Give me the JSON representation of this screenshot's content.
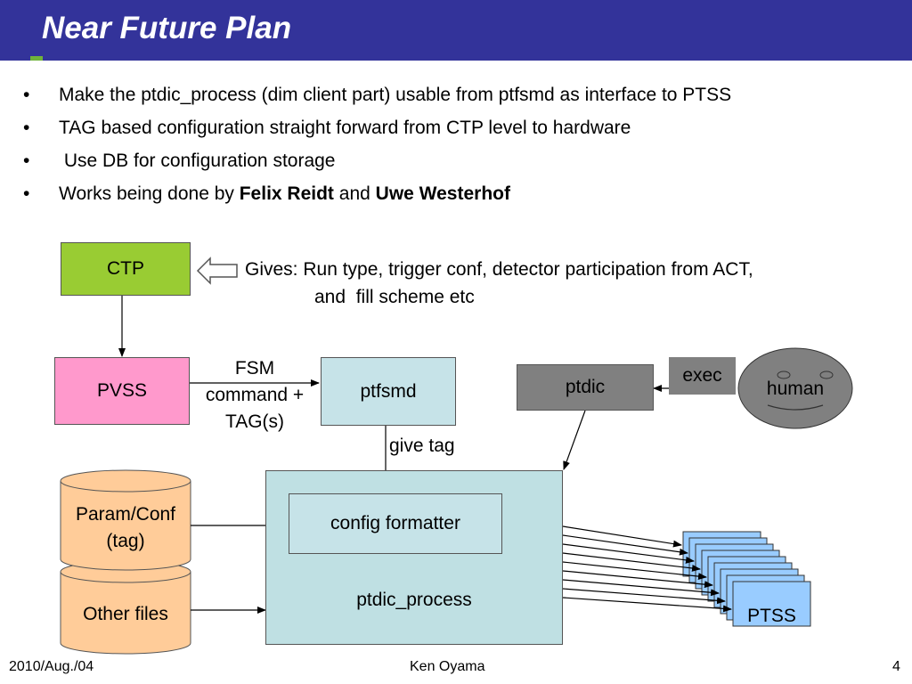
{
  "slide": {
    "title": "Near Future Plan",
    "bullets": [
      {
        "text": "Make the ptdic_process (dim client part) usable from ptfsmd as interface to PTSS"
      },
      {
        "text": "TAG based configuration straight forward from CTP level to hardware"
      },
      {
        "text": " Use DB for configuration storage"
      },
      {
        "prefix": "Works being done by ",
        "name1": "Felix Reidt",
        "middle": " and ",
        "name2": "Uwe Westerhof"
      }
    ],
    "bullet_glyph": "•"
  },
  "diagram": {
    "ctp": "CTP",
    "gives_line1": "Gives: Run type, trigger conf, detector participation from ACT,",
    "gives_line2": "and  fill scheme etc",
    "pvss": "PVSS",
    "fsm_line1": "FSM",
    "fsm_line2": "command +",
    "fsm_line3": "TAG(s)",
    "ptfsmd": "ptfsmd",
    "ptdic": "ptdic",
    "exec": "exec",
    "human": "human",
    "give_tag": "give tag",
    "param_line1": "Param/Conf",
    "param_line2": "(tag)",
    "other_files": "Other files",
    "config_formatter": "config formatter",
    "ptdic_process": "ptdic_process",
    "ptss": "PTSS"
  },
  "colors": {
    "title_bar": "#33339a",
    "ctp": "#99cc33",
    "pvss": "#ff99cc",
    "ptfsmd": "#c6e3e8",
    "ptdic": "#808080",
    "exec": "#808080",
    "human": "#808080",
    "ptdic_process": "#bfe0e3",
    "config_formatter": "#c6e3e8",
    "cylinder": "#ffcc99",
    "ptss": "#99ccff"
  },
  "footer": {
    "date": "2010/Aug./04",
    "author": "Ken Oyama",
    "page": "4"
  }
}
